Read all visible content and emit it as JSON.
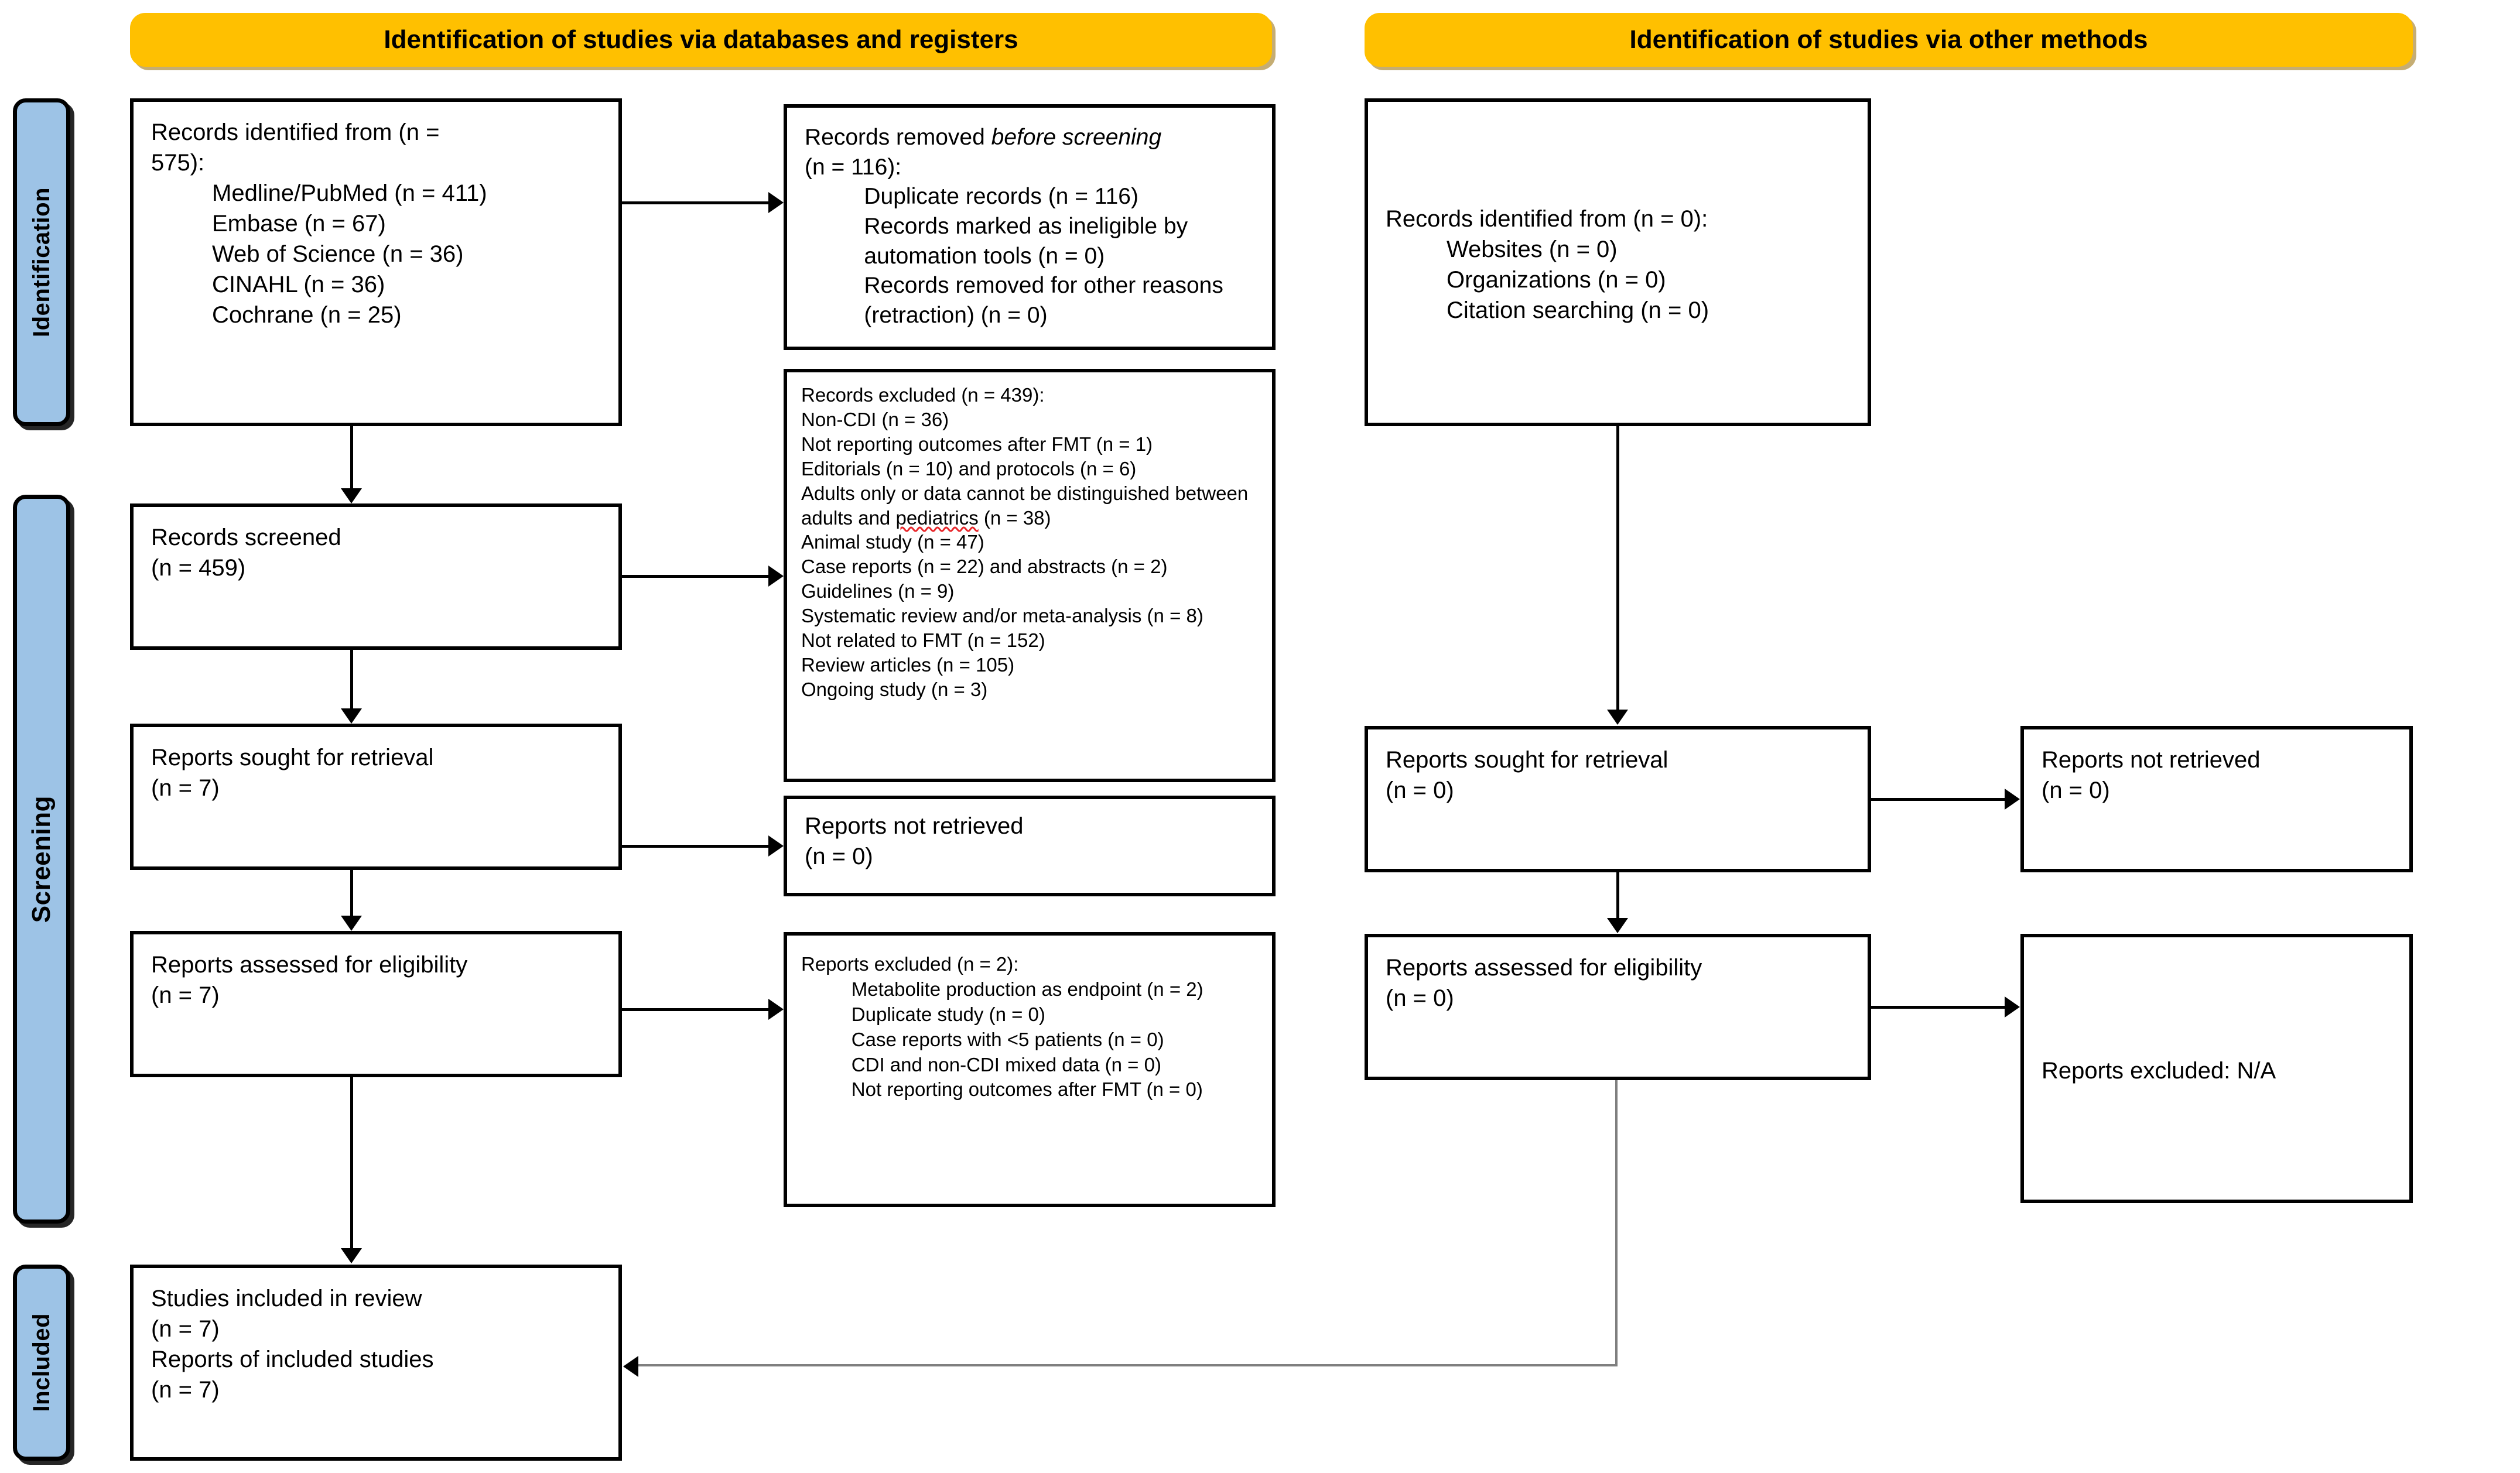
{
  "banners": [
    {
      "id": "databases",
      "label": "Identification of studies via databases and registers"
    },
    {
      "id": "other",
      "label": "Identification of studies via other methods"
    }
  ],
  "phases": [
    {
      "id": "identification",
      "label": "Identification"
    },
    {
      "id": "screening",
      "label": "Screening"
    },
    {
      "id": "included",
      "label": "Included"
    }
  ],
  "boxes": {
    "records_identified": {
      "title": "Records identified from (n = 575):",
      "l1": "Records identified from (n =",
      "l2": "575):",
      "items": [
        "Medline/PubMed (n = 411)",
        "Embase (n = 67)",
        "Web of Science (n = 36)",
        "CINAHL (n = 36)",
        "Cochrane (n = 25)"
      ]
    },
    "records_removed": {
      "l1_a": "Records removed ",
      "l1_b": "before screening",
      "l2": "(n = 116):",
      "items": [
        "Duplicate records (n = 116)",
        "Records marked as ineligible by automation tools (n = 0)",
        "Records removed for other reasons (retraction) (n = 0)"
      ]
    },
    "records_screened": {
      "l1": "Records screened",
      "l2": "(n = 459)"
    },
    "records_excluded": {
      "l1": "Records excluded (n = 439):",
      "items": [
        "Non-CDI (n = 36)",
        "Not reporting outcomes after FMT (n = 1)",
        "Editorials (n = 10) and protocols (n = 6)",
        "Adults only or data cannot be distinguished between adults and pediatrics (n = 38)",
        "Animal study (n = 47)",
        "Case reports (n = 22) and abstracts (n = 2)",
        "Guidelines (n = 9)",
        "Systematic review and/or meta-analysis (n = 8)",
        "Not related to FMT (n = 152)",
        "Review articles (n = 105)",
        "Ongoing study (n = 3)"
      ],
      "misspelled_word": "pediatrics"
    },
    "reports_sought_left": {
      "l1": "Reports sought for retrieval",
      "l2": "(n = 7)"
    },
    "reports_not_retrieved_left": {
      "l1": "Reports not retrieved",
      "l2": "(n = 0)"
    },
    "reports_assessed_left": {
      "l1": "Reports assessed for eligibility",
      "l2": "(n = 7)"
    },
    "reports_excluded_left": {
      "l1": "Reports excluded (n = 2):",
      "items": [
        "Metabolite production as endpoint (n = 2)",
        "Duplicate study (n = 0)",
        "Case reports with <5 patients (n = 0)",
        "CDI and non-CDI mixed data (n = 0)",
        "Not reporting outcomes after FMT (n = 0)"
      ]
    },
    "studies_included": {
      "l1": "Studies included in review",
      "l2": "(n = 7)",
      "l3": "Reports of included studies",
      "l4": "(n = 7)"
    },
    "records_identified_other": {
      "l1": "Records identified from (n = 0):",
      "items": [
        "Websites (n = 0)",
        "Organizations (n = 0)",
        "Citation searching (n = 0)"
      ]
    },
    "reports_sought_right": {
      "l1": "Reports sought for retrieval",
      "l2": "(n = 0)"
    },
    "reports_not_retrieved_right": {
      "l1": "Reports not retrieved",
      "l2": "(n = 0)"
    },
    "reports_assessed_right": {
      "l1": "Reports assessed for eligibility",
      "l2": "(n = 0)"
    },
    "reports_excluded_right": {
      "l1": "Reports excluded: N/A"
    }
  },
  "colors": {
    "banner_fill": "#FFC000",
    "phase_fill": "#9DC3E6",
    "box_border": "#000000",
    "page_background": "#FFFFFF",
    "spellcheck_underline": "#E8262A",
    "grey_connector": "#7F7F7F"
  }
}
